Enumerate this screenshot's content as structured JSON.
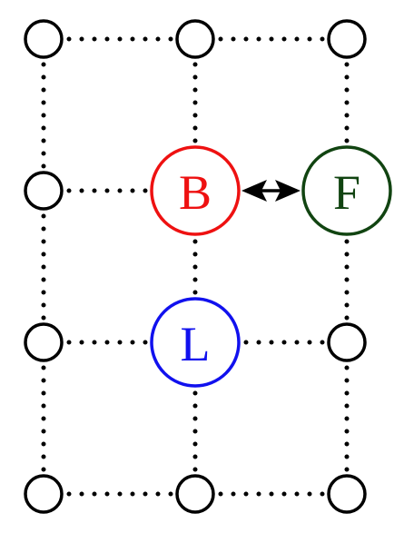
{
  "diagram": {
    "labeled_nodes": {
      "b": {
        "label": "B",
        "color": "#ee1111"
      },
      "f": {
        "label": "F",
        "color": "#114411"
      },
      "l": {
        "label": "L",
        "color": "#1111ee"
      }
    },
    "connections": [
      {
        "from": "B",
        "to": "F",
        "style": "bidirectional-arrow"
      }
    ],
    "grid": {
      "rows": 4,
      "columns": 3,
      "edge_style": "dotted"
    }
  }
}
